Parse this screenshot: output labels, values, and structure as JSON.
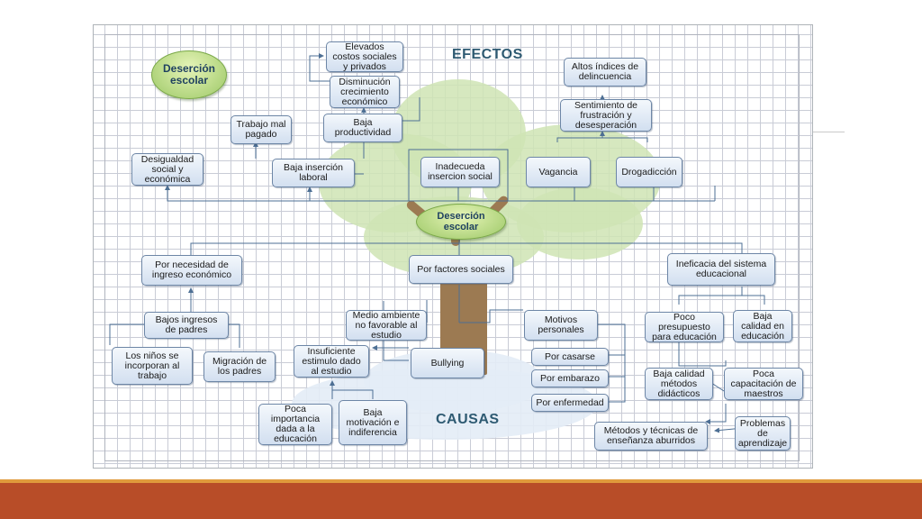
{
  "diagram": {
    "title_oval": "Deserción\nescolar",
    "center_oval": "Deserción\nescolar",
    "effects_heading": "EFECTOS",
    "causes_heading": "CAUSAS",
    "effects": {
      "desigualdad": "Desigualdad\nsocial y\neconómica",
      "trabajo_mal_pagado": "Trabajo mal\npagado",
      "baja_insercion": "Baja inserción\nlaboral",
      "baja_productividad": "Baja\nproductividad",
      "disminucion_crecimiento": "Disminución\ncrecimiento\neconómico",
      "elevados_costos": "Elevados\ncostos sociales\ny privados",
      "inadecuada_insercion": "Inadecueda\ninsercion social",
      "vagancia": "Vagancia",
      "drogadiccion": "Drogadicción",
      "sentimiento_frustracion": "Sentimiento de\nfrustración y\ndesesperación",
      "altos_indices": "Altos índices de\ndelincuencia"
    },
    "causes": {
      "necesidad_ingreso": "Por necesidad de\ningreso económico",
      "factores_sociales": "Por factores sociales",
      "ineficacia_sistema": "Ineficacia del sistema\neducacional",
      "bajos_ingresos": "Bajos ingresos\nde padres",
      "ninos_trabajo": "Los niños se\nincorporan al\ntrabajo",
      "migracion_padres": "Migración de\nlos padres",
      "medio_ambiente": "Medio ambiente\nno favorable al\nestudio",
      "insuficiente_estimulo": "Insuficiente\nestimulo dado\nal estudio",
      "bullying": "Bullying",
      "poca_importancia": "Poca\nimportancia\ndada a la\neducación",
      "baja_motivacion": "Baja\nmotivación e\nindiferencia",
      "motivos_personales": "Motivos\npersonales",
      "por_casarse": "Por casarse",
      "por_embarazo": "Por embarazo",
      "por_enfermedad": "Por enfermedad",
      "poco_presupuesto": "Poco\npresupuesto\npara educación",
      "baja_calidad_educacion": "Baja\ncalidad en\neducación",
      "baja_calidad_metodos": "Baja calidad\nmétodos\ndidácticos",
      "poca_capacitacion": "Poca\ncapacitación de\nmaestros",
      "metodos_aburridos": "Métodos y técnicas de\nenseñanza aburridos",
      "problemas_aprendizaje": "Problemas\nde\naprendizaje"
    }
  },
  "colors": {
    "node_border": "#6d86a6",
    "connector": "#4d6f94",
    "oval_green": "#9cc866",
    "heading": "#2e5a72",
    "footer_bar": "#b84d28",
    "footer_stripe": "#e09a3c"
  }
}
